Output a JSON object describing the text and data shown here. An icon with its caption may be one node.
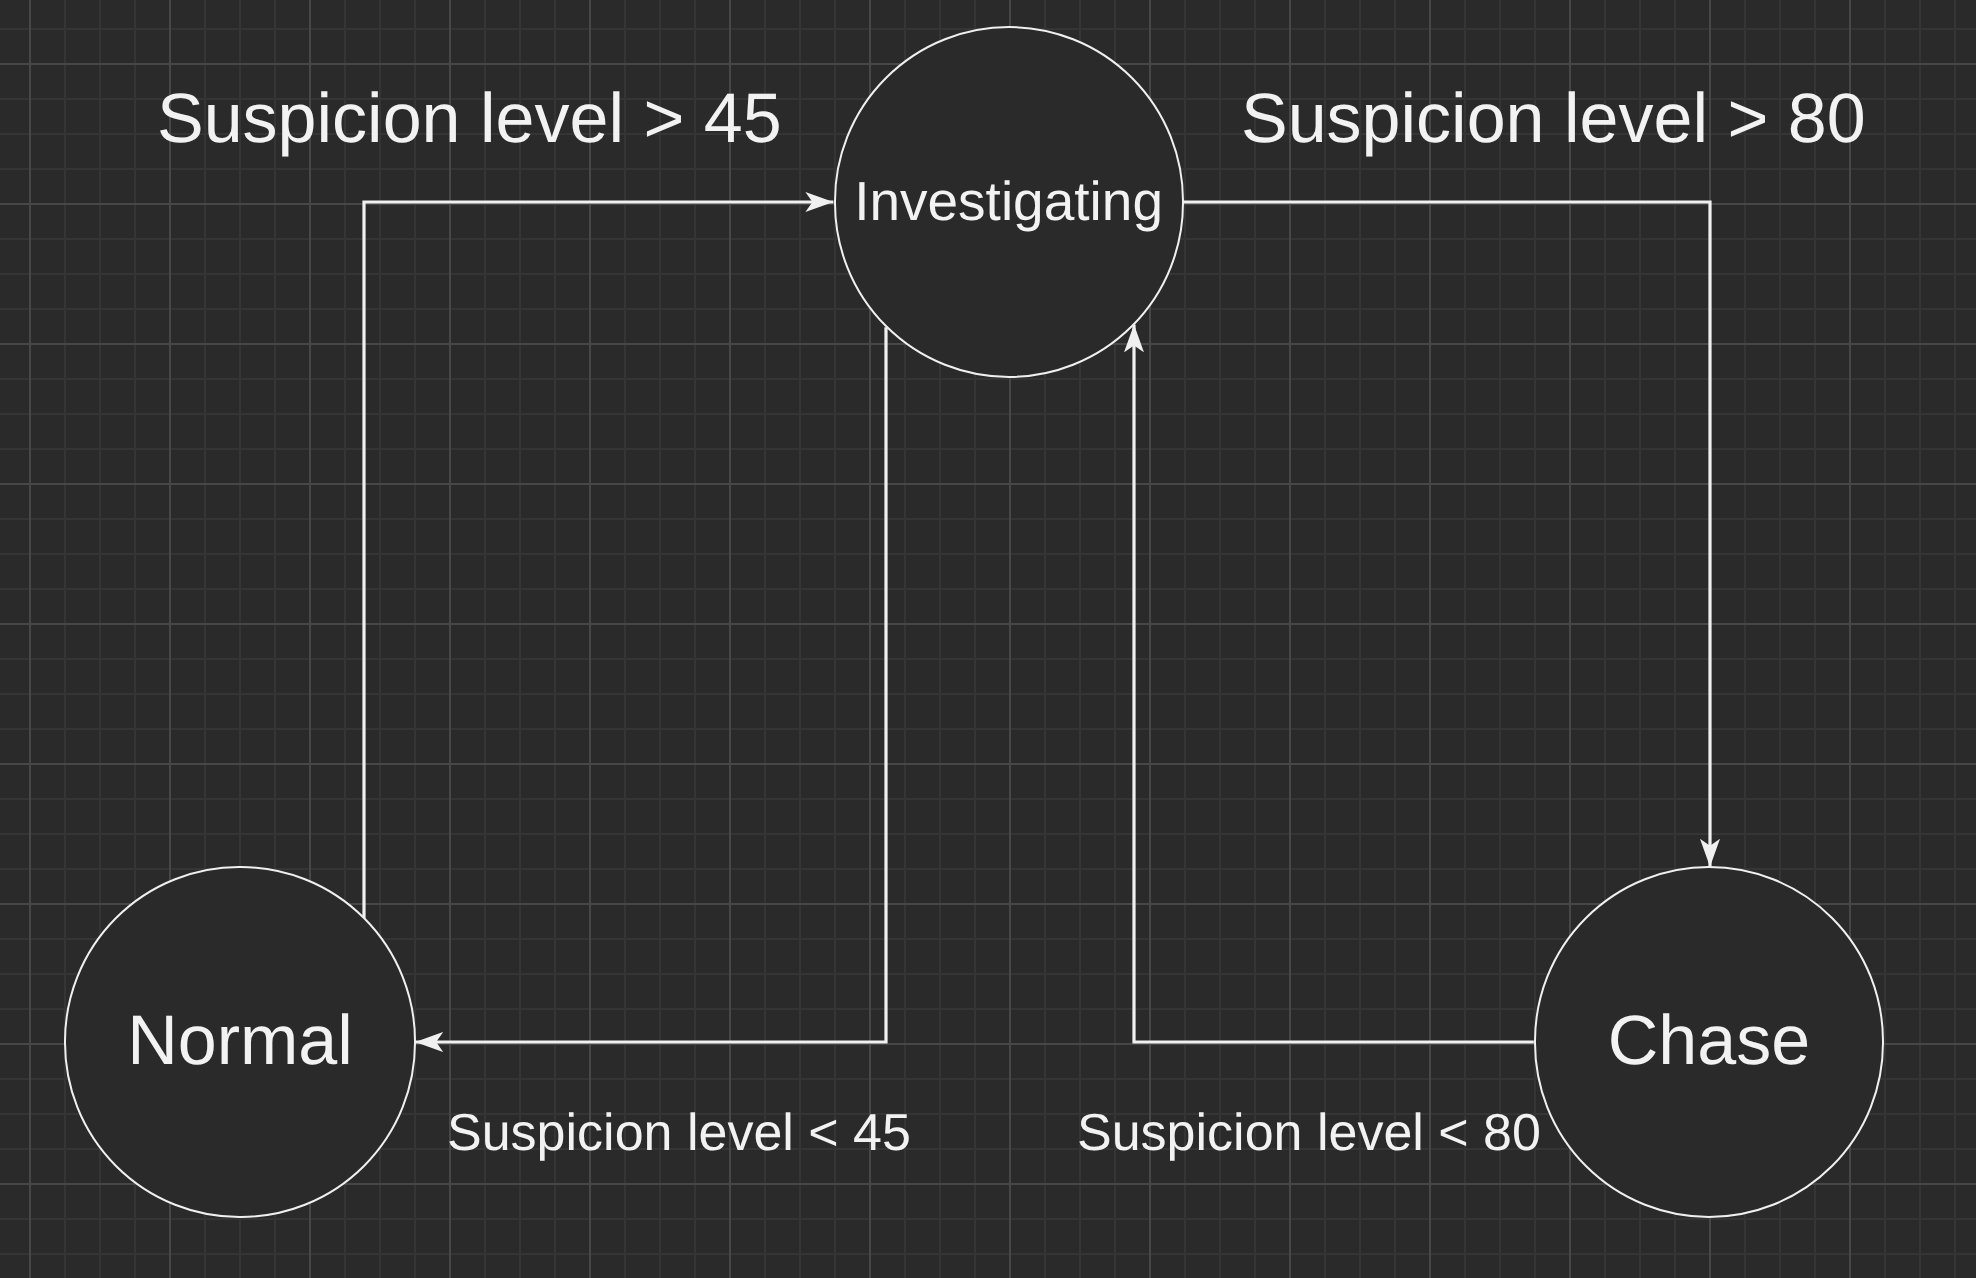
{
  "diagram": {
    "nodes": [
      {
        "text": [
          "Investigating"
        ]
      },
      {
        "text": [
          "Normal"
        ]
      },
      {
        "text": [
          "Chase"
        ]
      }
    ],
    "edges": [
      {
        "from": 1,
        "to": 0,
        "arrow": "to",
        "label": "Suspicion level > 45"
      },
      {
        "from": 0,
        "to": 2,
        "arrow": "to",
        "label": "Suspicion level > 80"
      },
      {
        "from": 0,
        "to": 1,
        "arrow": "to",
        "label": "Suspicion level < 45"
      },
      {
        "from": 2,
        "to": 0,
        "arrow": "to",
        "label": "Suspicion level < 80"
      }
    ]
  }
}
